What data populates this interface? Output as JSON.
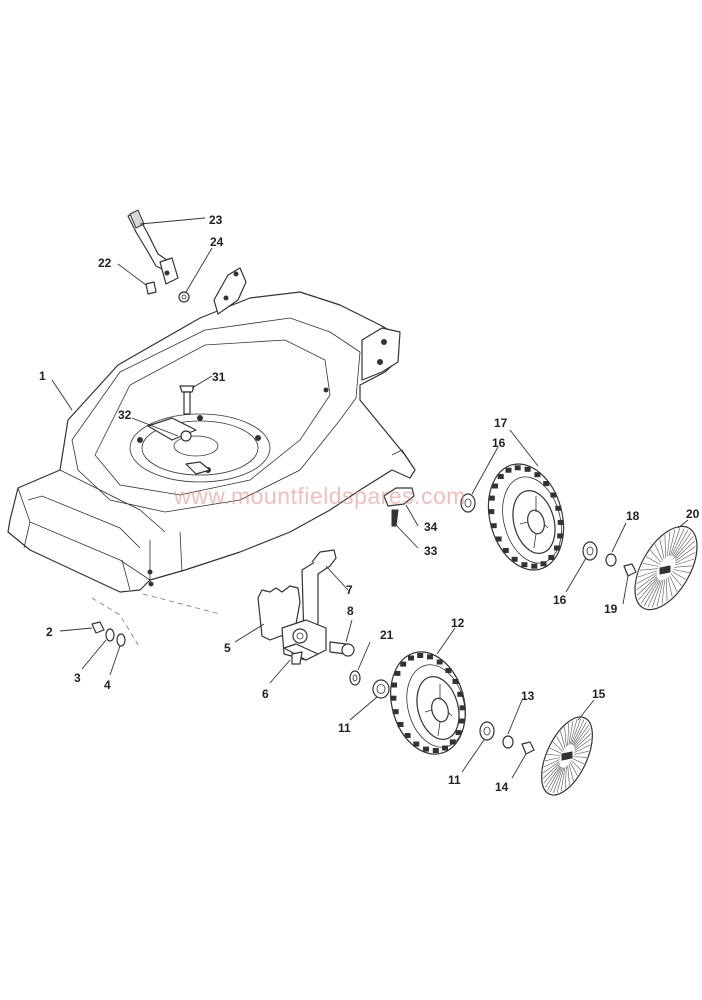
{
  "watermark": "www.mountfieldspares.com",
  "callouts": [
    "1",
    "2",
    "3",
    "4",
    "5",
    "6",
    "7",
    "8",
    "11",
    "11",
    "12",
    "13",
    "14",
    "15",
    "16",
    "16",
    "17",
    "18",
    "19",
    "20",
    "21",
    "22",
    "23",
    "24",
    "31",
    "32",
    "33",
    "34"
  ],
  "colors": {
    "line": "#333333",
    "watermark": "#e58a86",
    "background": "#ffffff"
  }
}
